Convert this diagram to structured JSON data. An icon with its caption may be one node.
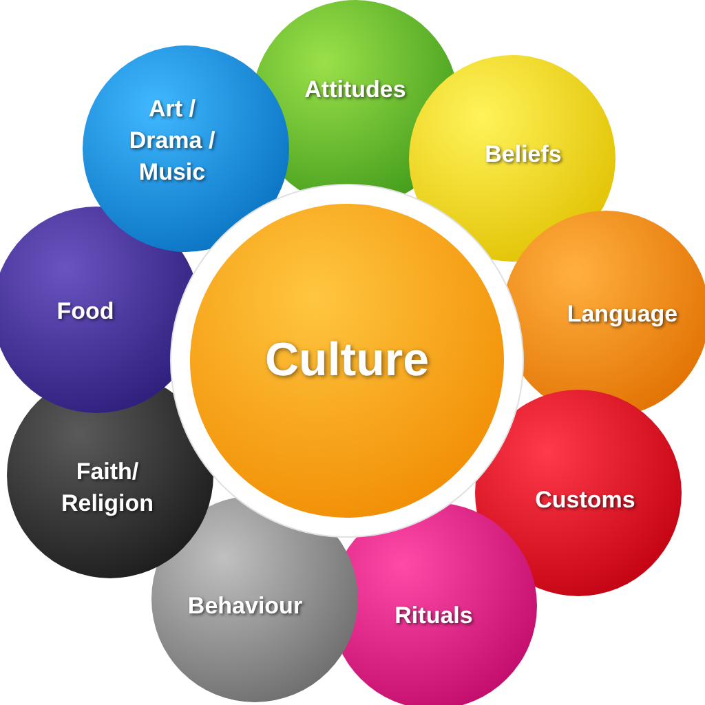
{
  "diagram": {
    "nodes": [
      {
        "text": [
          "Culture"
        ]
      },
      {
        "text": [
          "Attitudes"
        ]
      },
      {
        "text": [
          "Beliefs"
        ]
      },
      {
        "text": [
          "Language"
        ]
      },
      {
        "text": [
          "Customs"
        ]
      },
      {
        "text": [
          "Rituals"
        ]
      },
      {
        "text": [
          "Behaviour"
        ]
      },
      {
        "text": [
          "Faith/ Religion"
        ]
      },
      {
        "text": [
          "Food"
        ]
      },
      {
        "text": [
          "Art / Drama / Music"
        ]
      }
    ]
  }
}
